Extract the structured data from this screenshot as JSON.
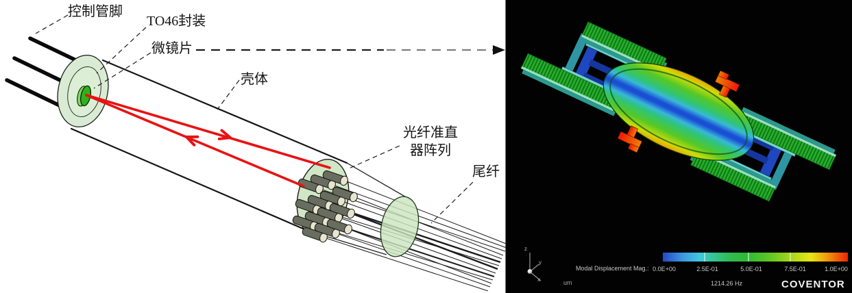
{
  "figure": {
    "left": {
      "labels": {
        "control_pins": "控制管脚",
        "package": "TO46封装",
        "micromirror": "微镜片",
        "housing": "壳体",
        "collimator_line1": "光纤准直",
        "collimator_line2": "器阵列",
        "pigtail": "尾纤"
      },
      "colors": {
        "beam_red": "#e81313",
        "package_green": "#d9ecd3",
        "mirror_green": "#2fb31c",
        "collimator_body_gray": "#696d5f"
      }
    },
    "simulation": {
      "legend_title": "Modal Displacement Mag.:",
      "ticks": [
        "0.0E+00",
        "2.5E-01",
        "5.0E-01",
        "7.5E-01",
        "1.0E+00"
      ],
      "unit": "um",
      "frequency": "1214.26 Hz",
      "brand": "COVENTOR",
      "axis": {
        "x": "x",
        "y": "y",
        "z": "z"
      },
      "background": "#020202",
      "colorbar_colors": [
        "#2848c8",
        "#40c8e0",
        "#2eba34",
        "#e8e414",
        "#ee2404"
      ]
    }
  }
}
